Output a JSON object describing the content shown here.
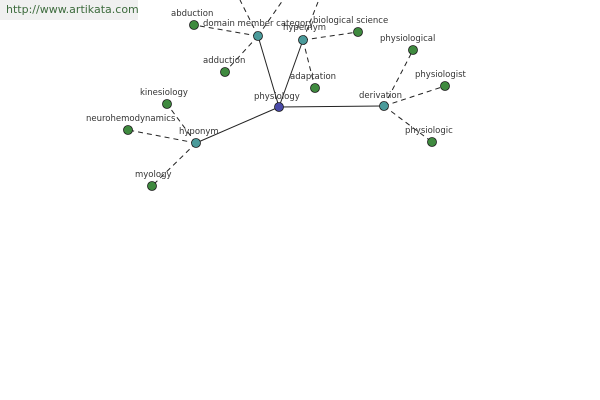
{
  "watermark": {
    "text": "http://www.artikata.com"
  },
  "colors": {
    "center_node": "#4a4aa8",
    "relation_node": "#4a9a9a",
    "leaf_node": "#3f8a3f",
    "edge": "#222222"
  },
  "graph": {
    "center": {
      "label": "physiology"
    },
    "relations": [
      {
        "id": "domain",
        "label": "domain member category",
        "terms": [
          "abduction",
          "adduction"
        ]
      },
      {
        "id": "hypernym",
        "label": "hypernym",
        "terms": [
          "biological science",
          "adaptation"
        ]
      },
      {
        "id": "derivation",
        "label": "derivation",
        "terms": [
          "physiological",
          "physiologist",
          "physiologic"
        ]
      },
      {
        "id": "hyponym",
        "label": "hyponym",
        "terms": [
          "kinesiology",
          "neurohemodynamics",
          "myology"
        ]
      }
    ]
  }
}
